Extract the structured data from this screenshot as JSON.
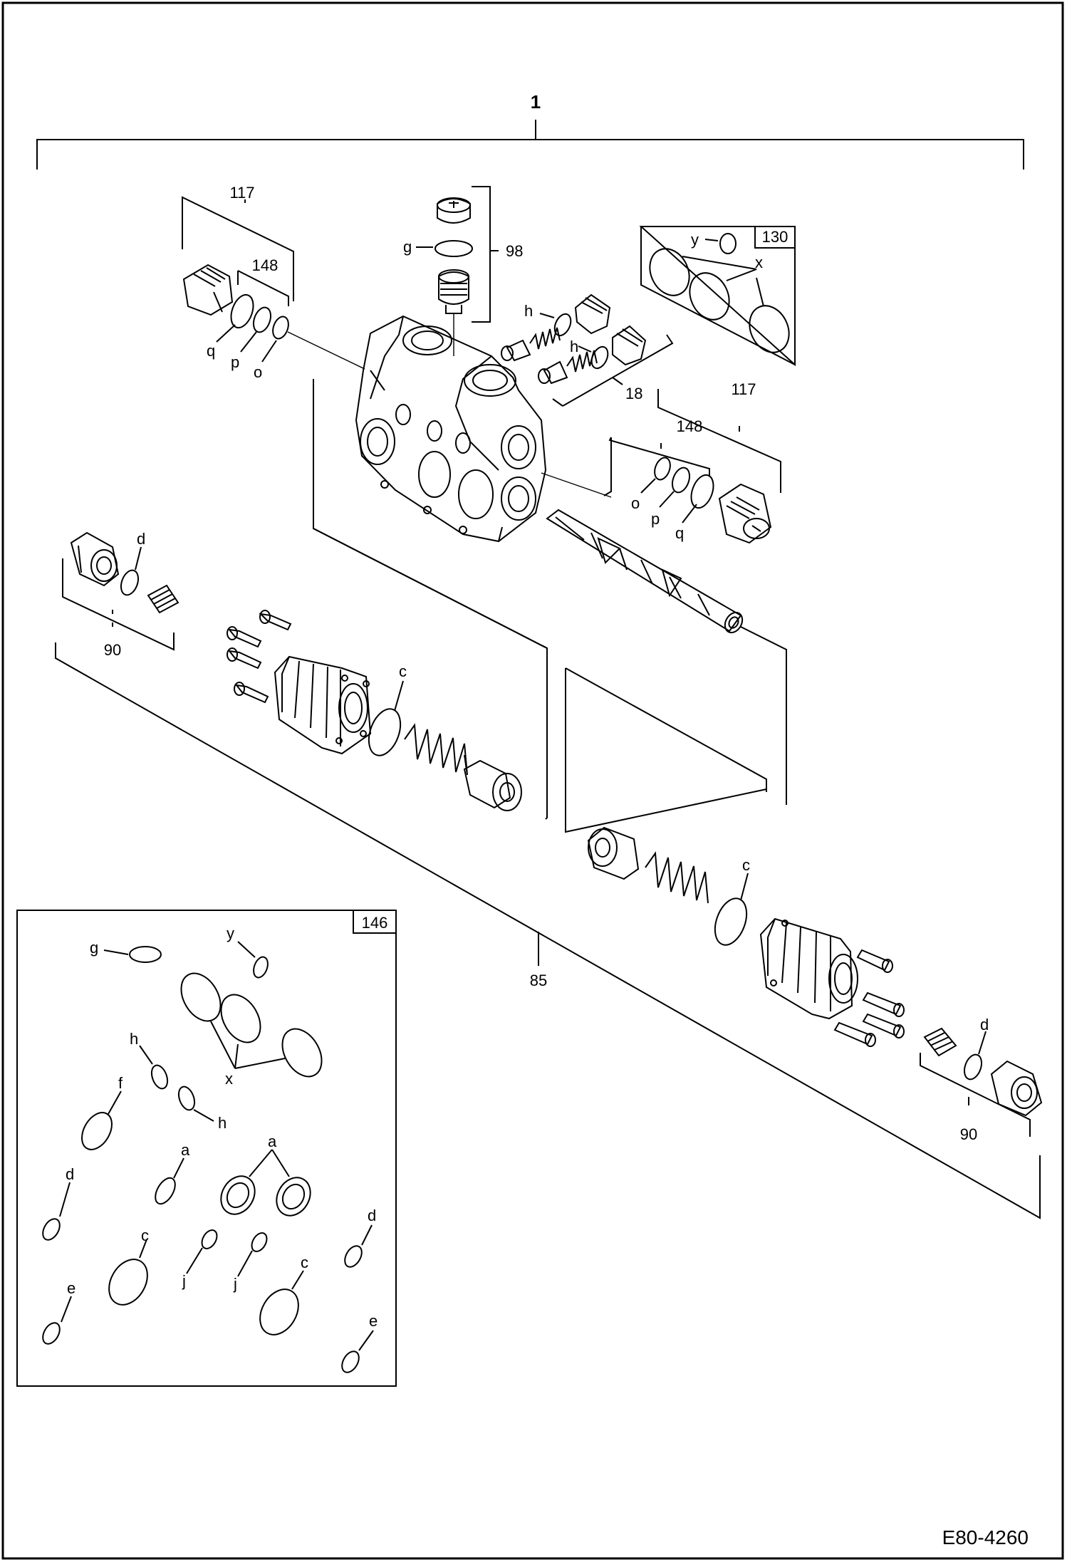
{
  "assembly_number": "1",
  "reference_code": "E80-4260",
  "callouts": {
    "n117_left": "117",
    "n148_left": "148",
    "n117_right": "117",
    "n148_right": "148",
    "n98": "98",
    "n130": "130",
    "n18": "18",
    "n90_left": "90",
    "n90_right": "90",
    "n85": "85",
    "n146": "146"
  },
  "letters": {
    "q1": "q",
    "p1": "p",
    "o1": "o",
    "o2": "o",
    "p2": "p",
    "q2": "q",
    "g1": "g",
    "y1": "y",
    "x1": "x",
    "h1": "h",
    "h2": "h",
    "d1": "d",
    "c1": "c",
    "c2": "c",
    "d2": "d"
  },
  "kit_letters": {
    "g": "g",
    "y": "y",
    "h1": "h",
    "x": "x",
    "h2": "h",
    "f": "f",
    "a1": "a",
    "a2": "a",
    "d1": "d",
    "d2": "d",
    "c1": "c",
    "j1": "j",
    "j2": "j",
    "c2": "c",
    "e1": "e",
    "e2": "e"
  }
}
